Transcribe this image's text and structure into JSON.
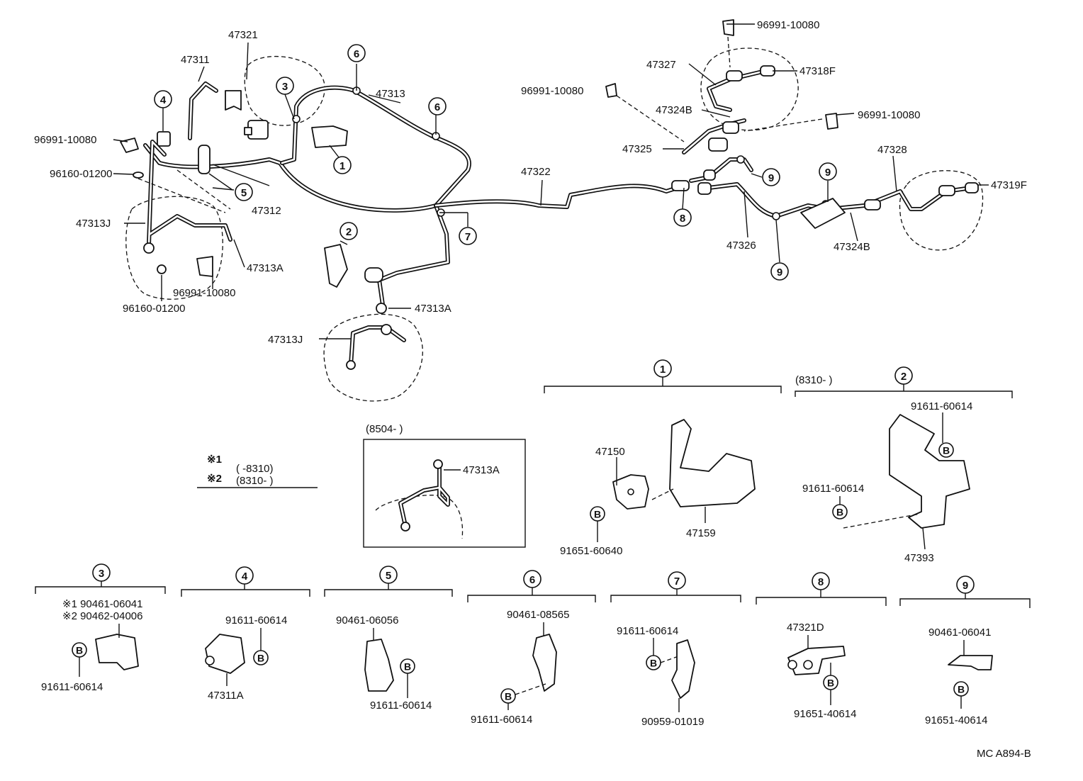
{
  "diagram_code": "MC A894-B",
  "legend": {
    "note1_mark": "※1",
    "note1_range": "(        -8310)",
    "note2_mark": "※2",
    "note2_range": "(8310-        )"
  },
  "inset": {
    "range": "(8504-        )",
    "part": "47313A"
  },
  "main_labels": {
    "p47321": "47321",
    "p47311": "47311",
    "p47313": "47313",
    "p96991_l": "96991-10080",
    "p96160_l": "96160-01200",
    "p47313J_l": "47313J",
    "p47313A_l": "47313A",
    "p96991_b": "96991-10080",
    "p96160_b": "96160-01200",
    "p47312": "47312",
    "p47313A_c": "47313A",
    "p47313J_c": "47313J",
    "p47322": "47322",
    "p96991_top": "96991-10080",
    "p47327": "47327",
    "p47318F": "47318F",
    "p96991_mid": "96991-10080",
    "p47324B_top": "47324B",
    "p96991_r": "96991-10080",
    "p47325": "47325",
    "p47328": "47328",
    "p47319F": "47319F",
    "p47326": "47326",
    "p47324B_bot": "47324B"
  },
  "callouts": {
    "c1": "1",
    "c2": "2",
    "c3": "3",
    "c4": "4",
    "c5": "5",
    "c6a": "6",
    "c6b": "6",
    "c7": "7",
    "c8": "8",
    "c9a": "9",
    "c9b": "9",
    "c9c": "9"
  },
  "groups": {
    "g1": {
      "num": "1",
      "range": "",
      "parts": [
        "47150",
        "91651-60640",
        "47159"
      ]
    },
    "g2": {
      "num": "2",
      "range": "(8310-        )",
      "parts": [
        "91611-60614",
        "91611-60614",
        "47393"
      ]
    },
    "g3": {
      "num": "3",
      "note1": "※1 90461-06041",
      "note2": "※2 90462-04006",
      "parts": [
        "91611-60614"
      ]
    },
    "g4": {
      "num": "4",
      "parts": [
        "91611-60614",
        "47311A"
      ]
    },
    "g5": {
      "num": "5",
      "parts": [
        "90461-06056",
        "91611-60614"
      ]
    },
    "g6": {
      "num": "6",
      "parts": [
        "90461-08565",
        "91611-60614"
      ]
    },
    "g7": {
      "num": "7",
      "parts": [
        "91611-60614",
        "90959-01019"
      ]
    },
    "g8": {
      "num": "8",
      "parts": [
        "47321D",
        "91651-40614"
      ]
    },
    "g9": {
      "num": "9",
      "parts": [
        "90461-06041",
        "91651-40614"
      ]
    }
  },
  "bolt_mark": "B"
}
